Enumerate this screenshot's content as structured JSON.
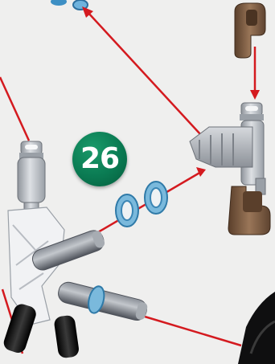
{
  "step": {
    "number": "26"
  },
  "colors": {
    "background": "#efefee",
    "arrow": "#d41a1f",
    "badge": "#0a7a52",
    "connector_grey": "#b8bcc2",
    "connector_brown": "#7a5a40",
    "ring_blue": "#8cc4e0",
    "rod_dark": "#5c616a",
    "black_part": "#1a1a1a"
  },
  "icons": [
    "step-number-badge",
    "assembly-arrow",
    "grey-connector",
    "brown-connector",
    "blue-spacer-ring",
    "grey-rod",
    "white-connector-hub"
  ]
}
